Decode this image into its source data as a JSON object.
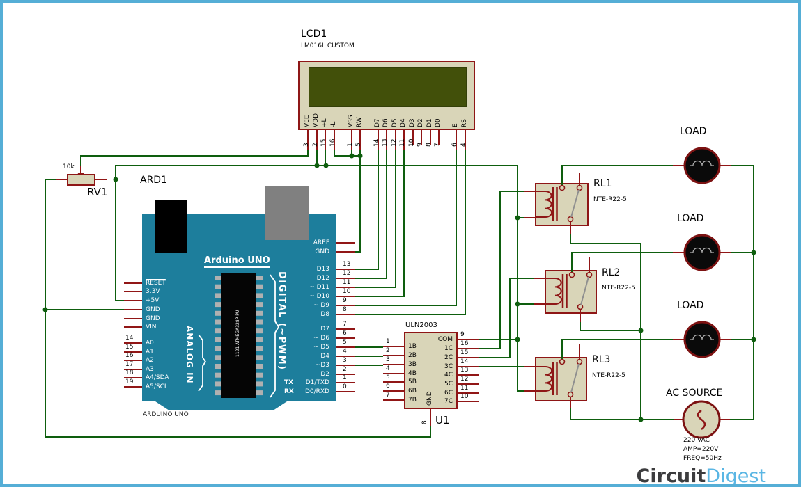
{
  "colors": {
    "wire": "#0e5e0e",
    "outline": "#8e1616",
    "component_body": "#d9d5b8",
    "board_teal": "#1d7e9c",
    "frame_blue": "#55aed6",
    "lcd_display": "#42500a",
    "logo_accent": "#5ab6e4"
  },
  "logo": {
    "part1": "Circuit",
    "part2": "Digest"
  },
  "lcd": {
    "ref": "LCD1",
    "part": "LM016L CUSTOM",
    "pins": [
      {
        "name": "VEE",
        "num": "3"
      },
      {
        "name": "VDD",
        "num": "2"
      },
      {
        "name": "+L",
        "num": "15"
      },
      {
        "name": "-L",
        "num": "16"
      },
      {
        "name": "VSS",
        "num": "1"
      },
      {
        "name": "RW",
        "num": "5"
      },
      {
        "name": "D7",
        "num": "14"
      },
      {
        "name": "D6",
        "num": "13"
      },
      {
        "name": "D5",
        "num": "12"
      },
      {
        "name": "D4",
        "num": "11"
      },
      {
        "name": "D3",
        "num": "10"
      },
      {
        "name": "D2",
        "num": "9"
      },
      {
        "name": "D1",
        "num": "8"
      },
      {
        "name": "D0",
        "num": "7"
      },
      {
        "name": "E",
        "num": "6"
      },
      {
        "name": "RS",
        "num": "4"
      }
    ]
  },
  "arduino": {
    "ref": "ARD1",
    "board_label": "Arduino UNO",
    "bottom_label": "ARDUINO UNO",
    "chip_text": "1121 ATMEGA328P-PU",
    "analog_group": "ANALOG IN",
    "digital_group": "DIGITAL (~PWM)",
    "tx": "TX",
    "rx": "RX",
    "left_pins": [
      {
        "label": "RESET"
      },
      {
        "label": "3.3V"
      },
      {
        "label": "+5V"
      },
      {
        "label": "GND"
      },
      {
        "label": "GND"
      },
      {
        "label": "VIN"
      },
      {
        "label": "A0",
        "num": "14"
      },
      {
        "label": "A1",
        "num": "15"
      },
      {
        "label": "A2",
        "num": "16"
      },
      {
        "label": "A3",
        "num": "17"
      },
      {
        "label": "A4/SDA",
        "num": "18"
      },
      {
        "label": "A5/SCL",
        "num": "19"
      }
    ],
    "right_pins": [
      {
        "label": "AREF"
      },
      {
        "label": "GND"
      },
      {
        "label": "D13",
        "num": "13"
      },
      {
        "label": "D12",
        "num": "12"
      },
      {
        "label": "~ D11",
        "num": "11"
      },
      {
        "label": "~ D10",
        "num": "10"
      },
      {
        "label": "~ D9",
        "num": "9"
      },
      {
        "label": "D8",
        "num": "8"
      },
      {
        "label": "D7",
        "num": "7"
      },
      {
        "label": "~ D6",
        "num": "6"
      },
      {
        "label": "~ D5",
        "num": "5"
      },
      {
        "label": "D4",
        "num": "4"
      },
      {
        "label": "~D3",
        "num": "3"
      },
      {
        "label": "D2",
        "num": "2"
      },
      {
        "label": "D1/TXD",
        "num": "1"
      },
      {
        "label": "D0/RXD",
        "num": "0"
      }
    ]
  },
  "uln": {
    "ref": "U1",
    "part": "ULN2003",
    "gnd": {
      "name": "GND",
      "num": "8"
    },
    "left_pins": [
      {
        "name": "1B",
        "num": "1"
      },
      {
        "name": "2B",
        "num": "2"
      },
      {
        "name": "3B",
        "num": "3"
      },
      {
        "name": "4B",
        "num": "4"
      },
      {
        "name": "5B",
        "num": "5"
      },
      {
        "name": "6B",
        "num": "6"
      },
      {
        "name": "7B",
        "num": "7"
      }
    ],
    "right_pins": [
      {
        "name": "COM",
        "num": "9"
      },
      {
        "name": "1C",
        "num": "16"
      },
      {
        "name": "2C",
        "num": "15"
      },
      {
        "name": "3C",
        "num": "14"
      },
      {
        "name": "4C",
        "num": "13"
      },
      {
        "name": "5C",
        "num": "12"
      },
      {
        "name": "6C",
        "num": "11"
      },
      {
        "name": "7C",
        "num": "10"
      }
    ]
  },
  "relays": [
    {
      "ref": "RL1",
      "part": "NTE-R22-5"
    },
    {
      "ref": "RL2",
      "part": "NTE-R22-5"
    },
    {
      "ref": "RL3",
      "part": "NTE-R22-5"
    }
  ],
  "loads": [
    {
      "label": "LOAD"
    },
    {
      "label": "LOAD"
    },
    {
      "label": "LOAD"
    }
  ],
  "ac": {
    "label": "AC SOURCE",
    "line1": "220 VAC",
    "line2": "AMP=220V",
    "line3": "FREQ=50Hz"
  },
  "pot": {
    "ref": "RV1",
    "value": "10k"
  }
}
